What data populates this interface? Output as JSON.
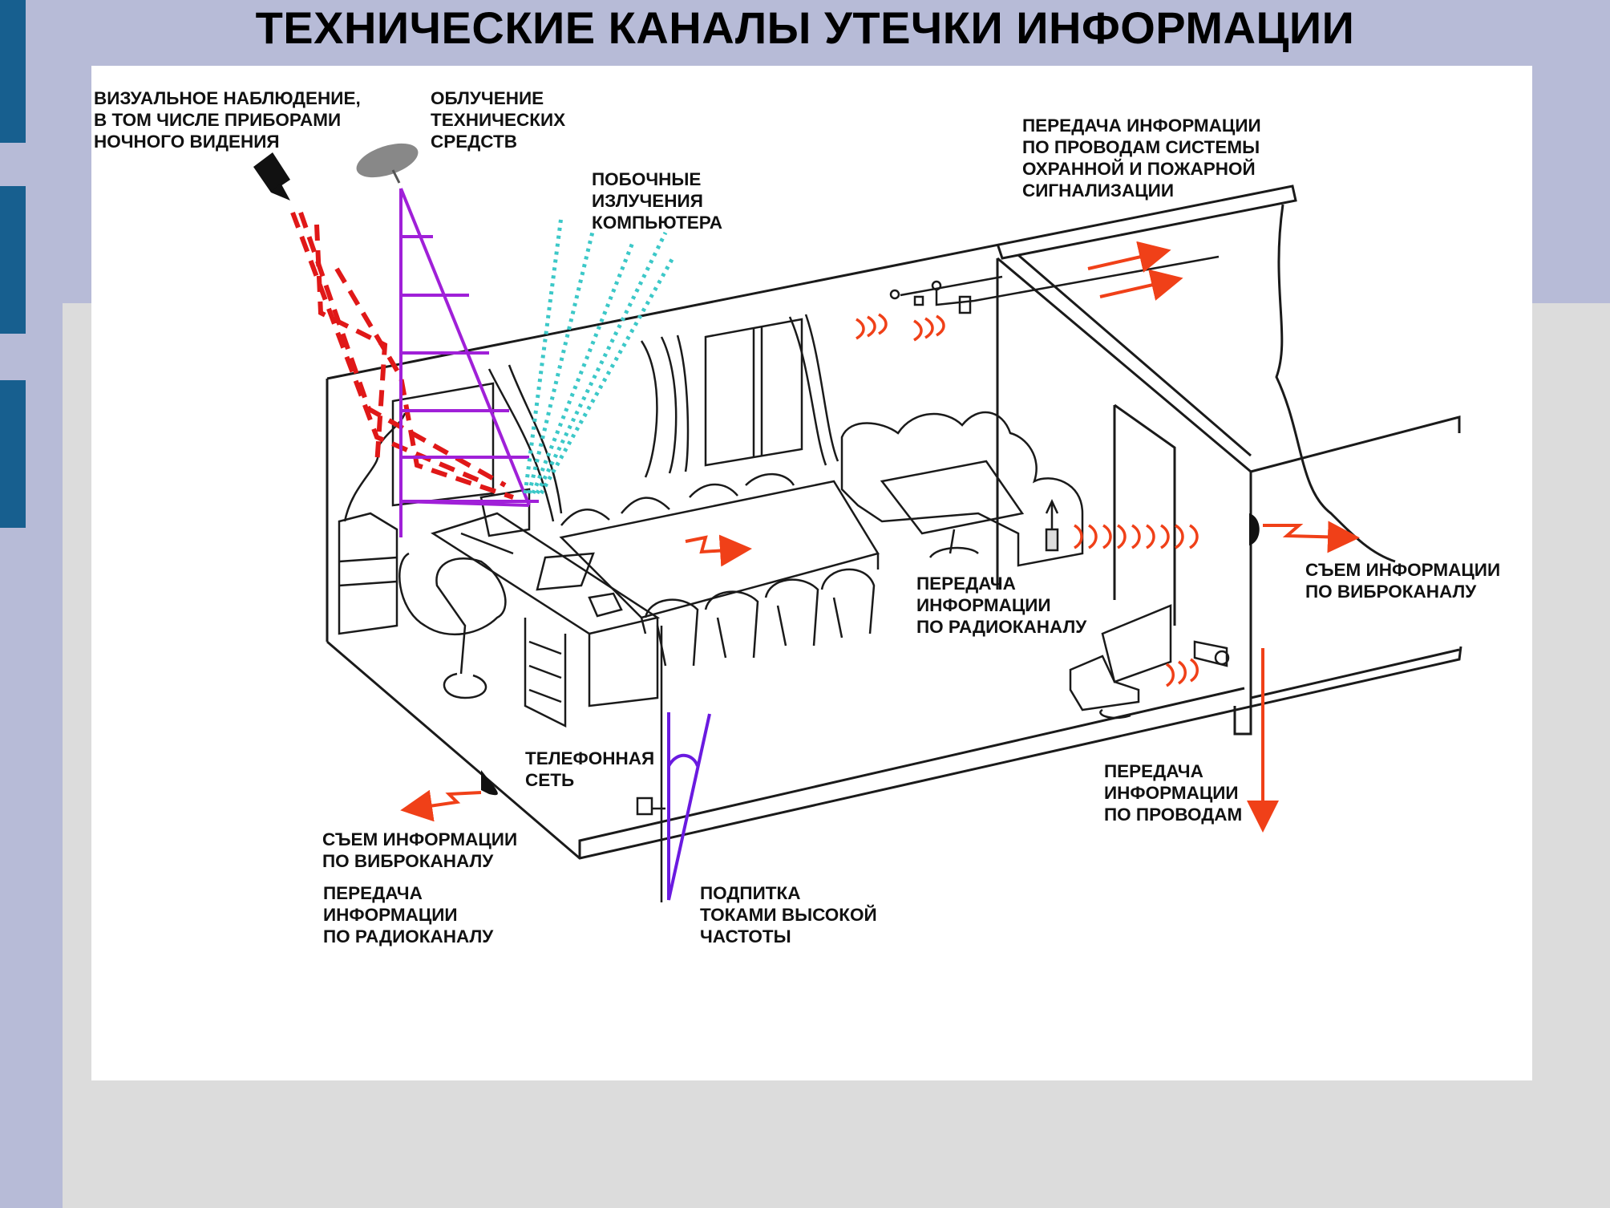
{
  "title": "ТЕХНИЧЕСКИЕ КАНАЛЫ УТЕЧКИ ИНФОРМАЦИИ",
  "colors": {
    "background": "#b7bbd7",
    "tab": "#175f8f",
    "panel": "#ffffff",
    "outline": "#1a1a1a",
    "laser": "#e01818",
    "irradiation": "#a020d8",
    "emission": "#3cc8c8",
    "signal": "#f04018",
    "hf": "#6a1ae0"
  },
  "labels": {
    "visual": "ВИЗУАЛЬНОЕ НАБЛЮДЕНИЕ,\nВ ТОМ ЧИСЛЕ ПРИБОРАМИ\nНОЧНОГО ВИДЕНИЯ",
    "irradiation": "ОБЛУЧЕНИЕ\nТЕХНИЧЕСКИХ\nСРЕДСТВ",
    "side_emission": "ПОБОЧНЫЕ\nИЗЛУЧЕНИЯ\nКОМПЬЮТЕРА",
    "alarm_wires": "ПЕРЕДАЧА ИНФОРМАЦИИ\nПО ПРОВОДАМ СИСТЕМЫ\nОХРАННОЙ И ПОЖАРНОЙ\nСИГНАЛИЗАЦИИ",
    "radio_center": "ПЕРЕДАЧА\nИНФОРМАЦИИ\nПО РАДИОКАНАЛУ",
    "vibro_right": "СЪЕМ ИНФОРМАЦИИ\nПО ВИБРОКАНАЛУ",
    "wires": "ПЕРЕДАЧА\nИНФОРМАЦИИ\nПО ПРОВОДАМ",
    "phone_net": "ТЕЛЕФОННАЯ\nСЕТЬ",
    "vibro_left": "СЪЕМ ИНФОРМАЦИИ\nПО ВИБРОКАНАЛУ",
    "radio_left": "ПЕРЕДАЧА\nИНФОРМАЦИИ\nПО РАДИОКАНАЛУ",
    "hf_pump": "ПОДПИТКА\nТОКАМИ ВЫСОКОЙ\nЧАСТОТЫ"
  }
}
